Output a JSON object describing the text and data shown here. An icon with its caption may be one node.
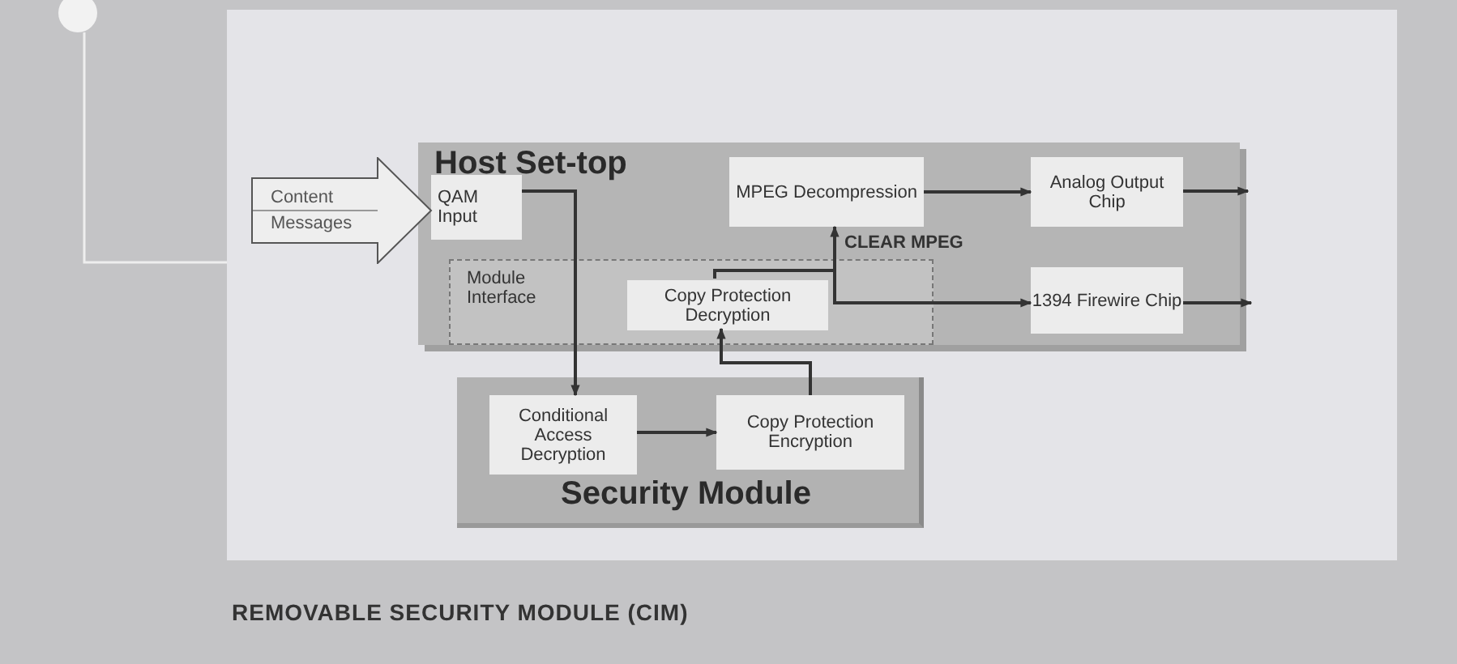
{
  "diagram": {
    "caption": "REMOVABLE SECURITY MODULE (CIM)",
    "nodes": [
      {
        "text": [
          "Host Set-top"
        ]
      },
      {
        "text": [
          "Content",
          "Messages"
        ]
      },
      {
        "text": [
          "QAM Input"
        ],
        "in": 0
      },
      {
        "text": [
          "MPEG Decompression"
        ],
        "in": 0
      },
      {
        "text": [
          "Analog Output Chip"
        ],
        "in": 0
      },
      {
        "text": [
          "Module Interface"
        ],
        "in": 0
      },
      {
        "text": [
          "Copy Protection Decryption"
        ],
        "in": 5
      },
      {
        "text": [
          "1394 Firewire Chip"
        ],
        "in": 0
      },
      {
        "text": [
          "Security Module"
        ]
      },
      {
        "text": [
          "Conditional Access Decryption"
        ],
        "in": 8
      },
      {
        "text": [
          "Copy Protection Encryption"
        ],
        "in": 8
      }
    ],
    "edges": [
      {
        "from": 2,
        "to": 9,
        "arrow": "to"
      },
      {
        "from": 9,
        "to": 10,
        "arrow": "to"
      },
      {
        "from": 10,
        "to": 6,
        "arrow": "to"
      },
      {
        "from": 6,
        "to": 3,
        "arrow": "to",
        "label": "CLEAR MPEG"
      },
      {
        "from": 6,
        "to": 7,
        "arrow": "to"
      },
      {
        "from": 3,
        "to": 4,
        "arrow": "to"
      },
      {
        "from": 4,
        "to": null,
        "arrow": "to"
      },
      {
        "from": 7,
        "to": null,
        "arrow": "to"
      }
    ]
  }
}
